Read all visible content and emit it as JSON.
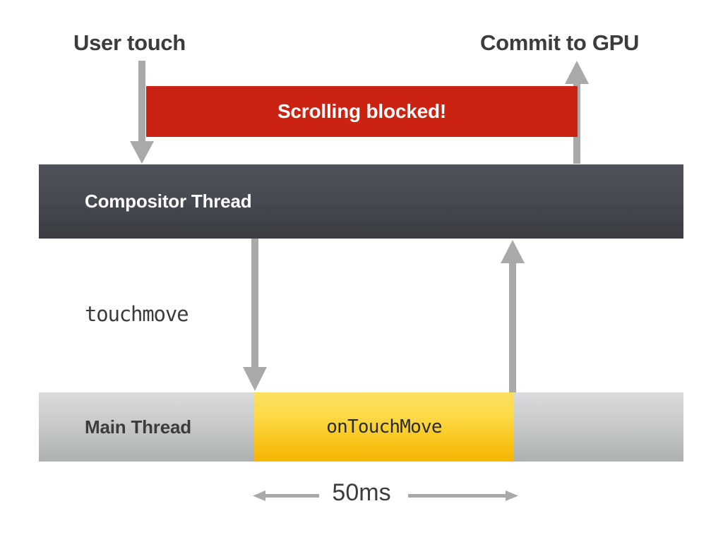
{
  "diagram": {
    "title_labels": {
      "user_touch": "User touch",
      "commit_to_gpu": "Commit to GPU"
    },
    "banner": {
      "text": "Scrolling blocked!",
      "color": "#cc2211"
    },
    "lanes": [
      {
        "id": "compositor-thread",
        "label": "Compositor Thread",
        "text_color": "#ffffff",
        "fill_top": "#4f525a",
        "fill_bottom": "#3a3c41"
      },
      {
        "id": "main-thread",
        "label": "Main Thread",
        "text_color": "#3c3c3c",
        "fill_top": "#d9dbdc",
        "fill_bottom": "#aeb1b2"
      }
    ],
    "task_block": {
      "label": "onTouchMove",
      "fill_top": "#fde065",
      "fill_bottom": "#f5b504",
      "text_color": "#2b2b2b"
    },
    "event_label": "touchmove",
    "duration": {
      "value": "50ms",
      "arrow_color": "#a9a9a9"
    },
    "arrows": {
      "color": "#a9a9a9",
      "user_touch_direction": "down",
      "commit_to_gpu_direction": "up",
      "touchmove_direction": "down",
      "main_to_compositor_direction": "up",
      "duration_direction": "double"
    }
  }
}
